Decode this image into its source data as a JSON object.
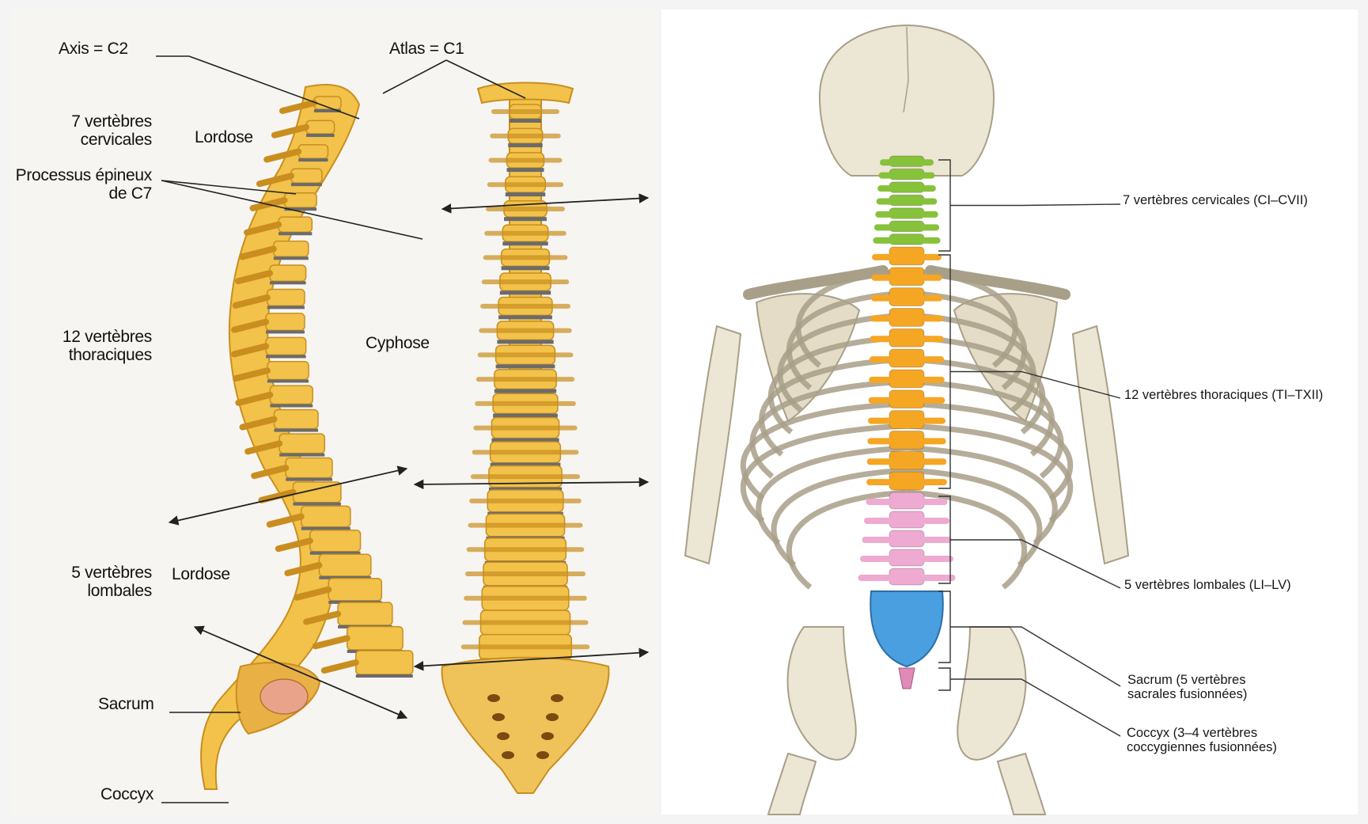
{
  "left_diagram": {
    "labels": {
      "axis": "Axis = C2",
      "atlas": "Atlas = C1",
      "cervical_line1": "7 vertèbres",
      "cervical_line2": "cervicales",
      "lordose_top": "Lordose",
      "spinous_line1": "Processus épineux",
      "spinous_line2": "de C7",
      "thoracic_line1": "12 vertèbres",
      "thoracic_line2": "thoraciques",
      "cyphose": "Cyphose",
      "lumbar_line1": "5 vertèbres",
      "lumbar_line2": "lombales",
      "lordose_bottom": "Lordose",
      "sacrum": "Sacrum",
      "coccyx": "Coccyx"
    },
    "colors": {
      "bone": "#f2c24a",
      "bone_dark": "#c98e1f",
      "disc": "#6b6b6b"
    }
  },
  "right_diagram": {
    "labels": {
      "cervical": "7 vertèbres cervicales (CI–CVII)",
      "thoracic": "12 vertèbres thoraciques (TI–TXII)",
      "lumbar": "5 vertèbres lombales (LI–LV)",
      "sacrum_line1": "Sacrum (5 vertèbres",
      "sacrum_line2": "sacrales fusionnées)",
      "coccyx_line1": "Coccyx (3–4 vertèbres",
      "coccyx_line2": "coccygiennes fusionnées)"
    },
    "colors": {
      "cervical": "#86c23a",
      "thoracic": "#f5a623",
      "lumbar": "#eeaad0",
      "sacrum": "#4a9fe0",
      "coccyx": "#e08ab8",
      "bone": "#ece6d4",
      "bone_outline": "#a89f88"
    }
  }
}
